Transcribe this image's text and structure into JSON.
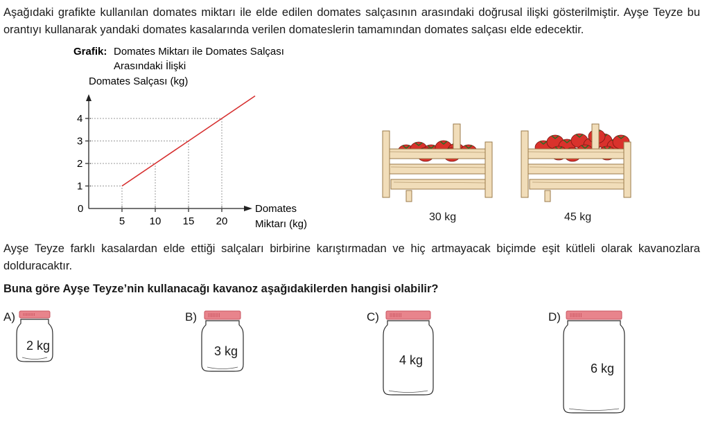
{
  "paragraph1": "Aşağıdaki grafikte kullanılan domates miktarı ile elde edilen domates salçasının arasındaki doğrusal ilişki gösterilmiştir. Ayşe Teyze bu orantıyı kullanarak yandaki domates kasalarında verilen domateslerin tamamından domates salçası elde edecektir.",
  "chart_caption": {
    "prefix": "Grafik:",
    "line1": "Domates Miktarı ile Domates Salçası",
    "line2": "Arasındaki İlişki"
  },
  "chart_data": {
    "type": "line",
    "ylabel": "Domates Salçası (kg)",
    "xlabel_line1": "Domates",
    "xlabel_line2": "Miktarı (kg)",
    "origin_label": "0",
    "x_ticks": [
      "5",
      "10",
      "15",
      "20"
    ],
    "y_ticks": [
      "1",
      "2",
      "3",
      "4"
    ],
    "series": [
      {
        "x": [
          5,
          10,
          15,
          20,
          25
        ],
        "y": [
          1,
          2,
          3,
          4,
          5
        ]
      }
    ],
    "grid": "dotted guide lines at ticks",
    "line_color": "#d62e2e"
  },
  "crates": [
    {
      "label": "30 kg"
    },
    {
      "label": "45 kg"
    }
  ],
  "paragraph2": "Ayşe Teyze farklı kasalardan elde ettiği salçaları birbirine karıştırmadan ve hiç artmayacak biçimde eşit kütleli olarak kavanozlara dolduracaktır.",
  "question": "Buna göre Ayşe Teyze’nin kullanacağı kavanoz aşağıdakilerden hangisi olabilir?",
  "options": [
    {
      "letter": "A)",
      "jar_label": "2 kg"
    },
    {
      "letter": "B)",
      "jar_label": "3 kg"
    },
    {
      "letter": "C)",
      "jar_label": "4 kg"
    },
    {
      "letter": "D)",
      "jar_label": "6 kg"
    }
  ],
  "colors": {
    "lid": "#e8848c",
    "lid_dark": "#c95561",
    "tomato": "#d9322c",
    "crate": "#f1ddb9",
    "crate_edge": "#9a7a4a"
  }
}
